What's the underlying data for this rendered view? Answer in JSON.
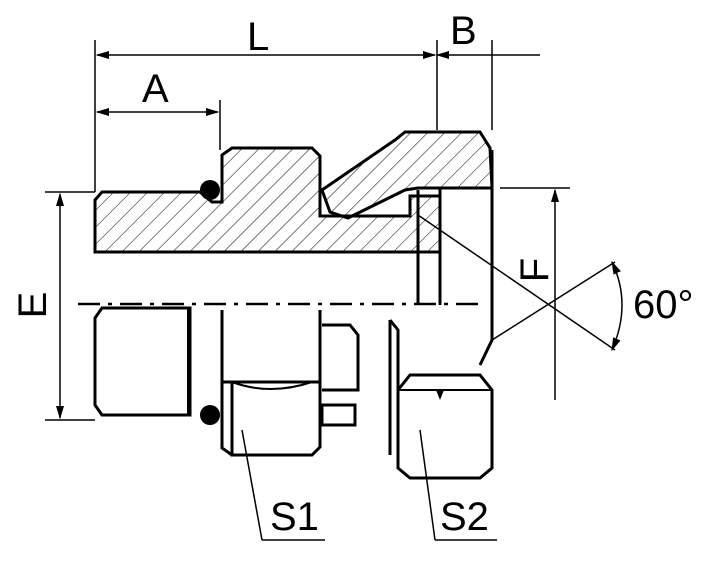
{
  "labels": {
    "L": "L",
    "A": "A",
    "B": "B",
    "E": "E",
    "F": "F",
    "angle": "60°",
    "S1": "S1",
    "S2": "S2"
  },
  "colors": {
    "line": "#000000",
    "background": "#ffffff"
  }
}
